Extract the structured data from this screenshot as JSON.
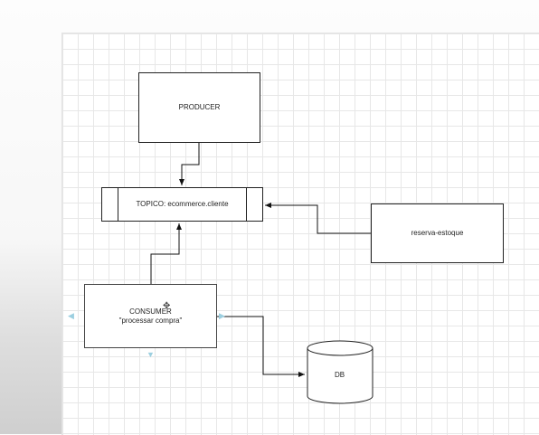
{
  "diagram": {
    "nodes": {
      "producer": "PRODUCER",
      "topic": "TOPICO: ecommerce.cliente",
      "reserva": "reserva-estoque",
      "consumer_line1": "CONSUMER",
      "consumer_line2": "\"processar compra\"",
      "db": "DB"
    },
    "edges": [
      {
        "from": "producer",
        "to": "topic"
      },
      {
        "from": "consumer",
        "to": "topic"
      },
      {
        "from": "reserva",
        "to": "topic"
      },
      {
        "from": "consumer",
        "to": "db"
      }
    ]
  },
  "ui": {
    "move_icon": "move-icon",
    "connection_hint_icon": "blue-arrow-hint-icon"
  }
}
